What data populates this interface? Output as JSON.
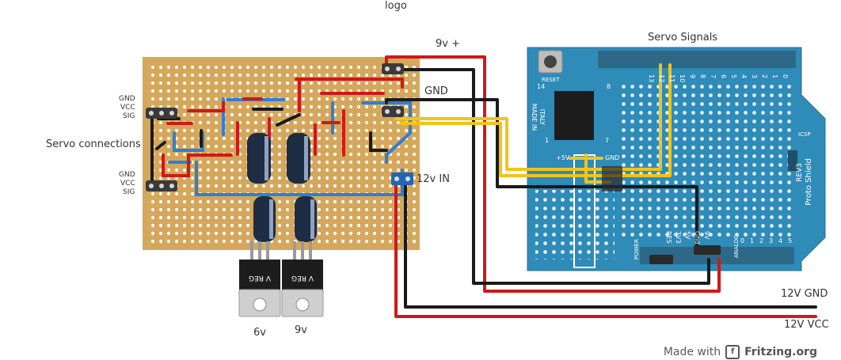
{
  "title": "logo",
  "labels": {
    "servo_connections": "Servo connections",
    "pin_group_top": [
      "GND",
      "VCC",
      "SIG"
    ],
    "pin_group_bottom": [
      "GND",
      "VCC",
      "SIG"
    ],
    "v9_plus": "9v +",
    "gnd": "GND",
    "in_12v": "12v IN",
    "servo_signals": "Servo Signals",
    "reg_6v": "6v",
    "reg_9v": "9v",
    "out_12v_gnd": "12V GND",
    "out_12v_vcc": "12V VCC"
  },
  "regulator_marking": "V REG",
  "shield": {
    "name": "Proto Shield",
    "rev": "REV3",
    "made_in": "MADE IN",
    "italy": "ITALY",
    "reset": "RESET",
    "icsp": "ICSP",
    "power": "POWER",
    "analog": "ANALOG",
    "plus5v": "+5V",
    "gnd": "GND",
    "digital_pins": [
      "0",
      "1",
      "2",
      "3",
      "4",
      "5",
      "6",
      "7",
      "8",
      "9",
      "10",
      "11",
      "12",
      "13"
    ],
    "power_pins": [
      "RES",
      "3V3",
      "5V",
      "Gnd",
      "9V"
    ],
    "analog_pins": [
      "0",
      "1",
      "2",
      "3",
      "4",
      "5"
    ],
    "num_14": "14",
    "num_1": "1",
    "num_7": "7",
    "num_8": "8"
  },
  "footer": {
    "made_with": "Made with",
    "brand": "Fritzing.org"
  },
  "colors": {
    "wire_red": "#d01818",
    "wire_black": "#1a1a1a",
    "wire_yellow": "#f2c418",
    "wire_blue": "#2e7fd6",
    "board": "#d4a75c",
    "shield": "#2f8bb8"
  }
}
